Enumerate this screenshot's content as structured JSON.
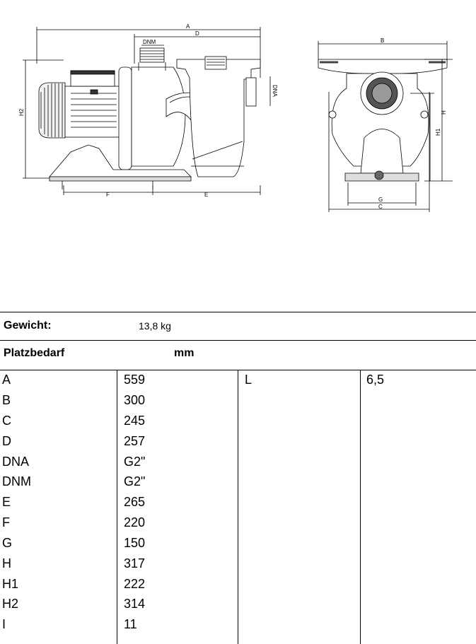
{
  "drawing": {
    "labels": {
      "A": "A",
      "B": "B",
      "C": "C",
      "D": "D",
      "E": "E",
      "F": "F",
      "G": "G",
      "H": "H",
      "H1": "H1",
      "H2": "H2",
      "DNM": "DNM",
      "DNA": "DNA"
    }
  },
  "weight": {
    "label": "Gewicht:",
    "value": "13,8 kg"
  },
  "space": {
    "label": "Platzbedarf",
    "unit": "mm"
  },
  "table": {
    "rows": [
      {
        "key": "A",
        "value": "559"
      },
      {
        "key": "B",
        "value": "300"
      },
      {
        "key": "C",
        "value": "245"
      },
      {
        "key": "D",
        "value": "257"
      },
      {
        "key": "DNA",
        "value": "G2\""
      },
      {
        "key": "DNM",
        "value": "G2\""
      },
      {
        "key": "E",
        "value": "265"
      },
      {
        "key": "F",
        "value": "220"
      },
      {
        "key": "G",
        "value": "150"
      },
      {
        "key": "H",
        "value": "317"
      },
      {
        "key": "H1",
        "value": "222"
      },
      {
        "key": "H2",
        "value": "314"
      },
      {
        "key": "I",
        "value": "11"
      }
    ],
    "extra": {
      "key": "L",
      "value": "6,5"
    }
  }
}
